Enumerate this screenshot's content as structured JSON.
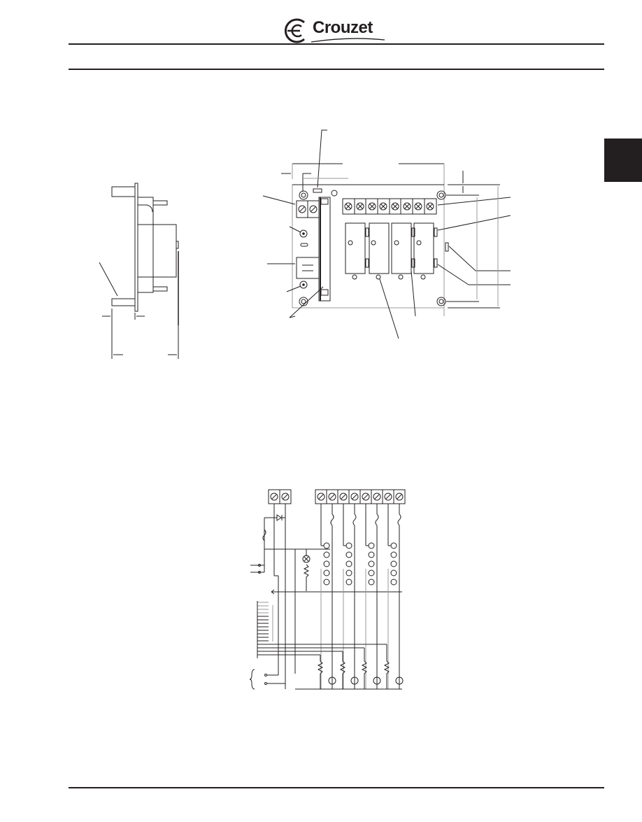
{
  "header": {
    "brand": "Crouzet",
    "logo_icon": "crouzet-swirl-logo-icon"
  },
  "page_tab": {
    "color": "#231f20"
  },
  "figures": {
    "side_view": {
      "description": "Side elevation of relay board with dimension arrows"
    },
    "top_view": {
      "description": "Top view of relay board: 2-way supply terminal, 8-way output terminal block, 4 relays, ribbon connector, fuse, LED, mounting holes, dimension lines"
    },
    "wiring_diagram": {
      "description": "Electrical schematic: supply terminals, diode, fuse, LED, 4 relay channels with fuses and contacts, input connector pins, resistors and indicator LEDs"
    }
  },
  "colors": {
    "ink": "#231f20",
    "grey_line": "#9a9a9a"
  }
}
